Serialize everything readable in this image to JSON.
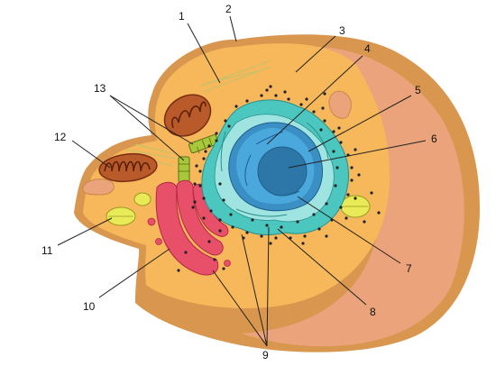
{
  "labels": {
    "l1": "1",
    "l2": "2",
    "l3": "3",
    "l4": "4",
    "l5": "5",
    "l6": "6",
    "l7": "7",
    "l8": "8",
    "l9": "9",
    "l10": "10",
    "l11": "11",
    "l12": "12",
    "l13": "13"
  },
  "colors": {
    "background": "#ffffff",
    "membrane": "#d9964e",
    "cytoplasm": "#f6b85a",
    "cell_shadow": "#eaa37a",
    "rough_er": "#4cc7bf",
    "er_light": "#9fe4e0",
    "nuclear_envelope": "#3a8fc4",
    "nucleoplasm": "#4aa8dc",
    "nucleolus": "#2c76a8",
    "golgi": "#e8506a",
    "mitochondrion_outer": "#b85a2a",
    "mitochondrion_inner": "#7a2e12",
    "lysosome": "#e9ea57",
    "centriole": "#a7c83a",
    "microtubule": "#e8e39a",
    "ribosome": "#222222"
  }
}
